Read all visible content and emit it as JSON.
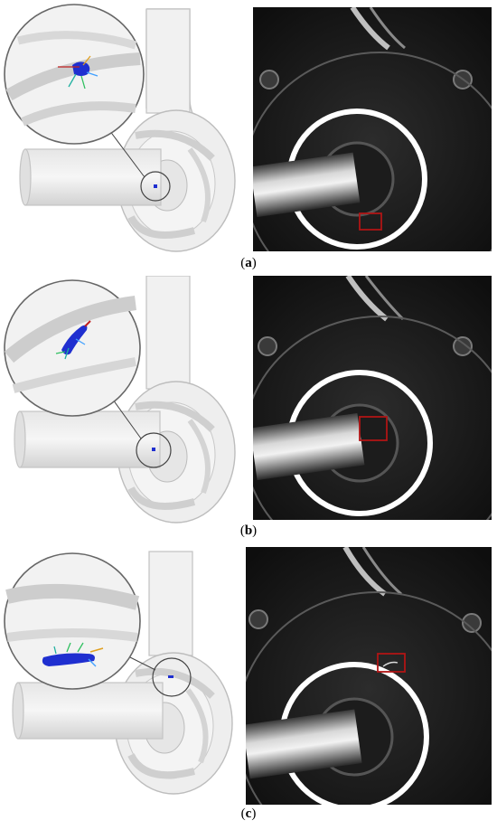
{
  "figure": {
    "panels": [
      {
        "id": "a",
        "caption_open": "(",
        "caption_letter": "a",
        "caption_close": ")"
      },
      {
        "id": "b",
        "caption_open": "(",
        "caption_letter": "b",
        "caption_close": ")"
      },
      {
        "id": "c",
        "caption_open": "(",
        "caption_letter": "c",
        "caption_close": ")"
      }
    ],
    "colors": {
      "particle": "#1f2fd0",
      "highlight_box": "#b01515",
      "photo_ring": "#ffffff",
      "pump_outline": "#b8b8b8"
    }
  }
}
